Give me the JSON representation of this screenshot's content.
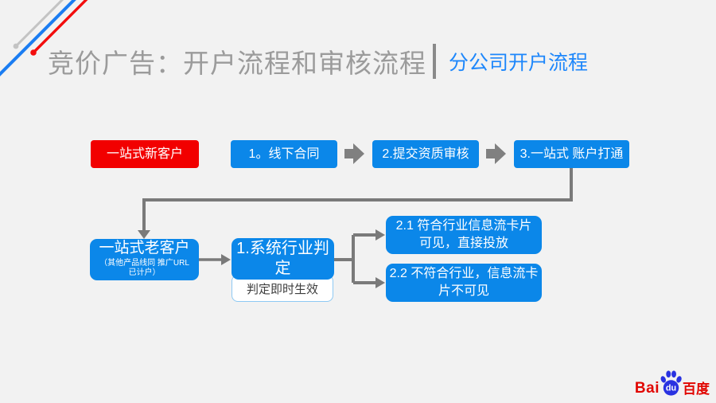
{
  "header": {
    "title": "竞价广告：开户流程和审核流程",
    "subtitle": "分公司开户流程"
  },
  "flow_top": {
    "entry_label": "一站式新客户",
    "steps": [
      {
        "label": "1。线下合同"
      },
      {
        "label": "2.提交资质审核"
      },
      {
        "label": "3.一站式 账户打通"
      }
    ]
  },
  "flow_bottom": {
    "old_customer_title": "一站式老客户",
    "old_customer_note_line1": "（其他产品线同 推广URL",
    "old_customer_note_line2": "已计户）",
    "judge_label": "1.系统行业判定",
    "judge_note": "判定即时生效",
    "outcome1_line1": "2.1 符合行业信息流卡片",
    "outcome1_line2": "可见，直接投放",
    "outcome2_line1": "2.2 不符合行业，信息流卡",
    "outcome2_line2": "片不可见"
  },
  "logo": {
    "bai": "Bai",
    "du": "du",
    "baidu_cn": "百度"
  },
  "colors": {
    "background": "#f2f2f2",
    "box_blue": "#0b87e9",
    "box_red": "#f20000",
    "title_gray": "#9b9b9b",
    "subtitle_blue": "#1e87fb",
    "connector_gray": "#7a7a7a",
    "block_arrow_gray": "#808080",
    "decor_gray": "#c3c3c3",
    "decor_blue": "#1b7df2",
    "decor_red": "#f30d0d",
    "note_border_blue": "#8ec9f3",
    "logo_red": "#e10601",
    "logo_blue": "#2932e1"
  }
}
